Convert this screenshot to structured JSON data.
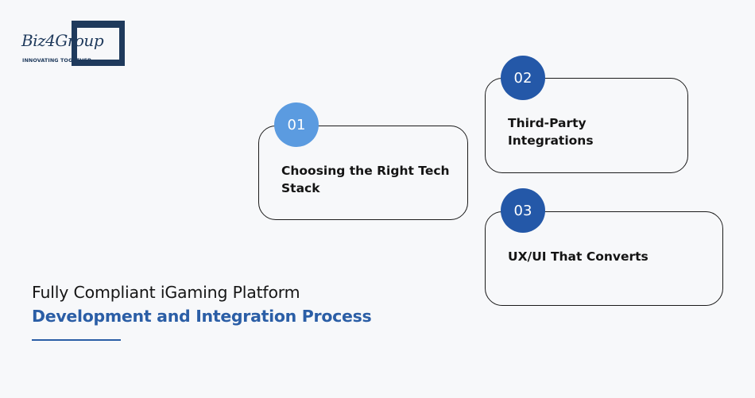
{
  "logo": {
    "wordmark": "Biz4Group",
    "tagline": "INNOVATING TOGETHER"
  },
  "steps": [
    {
      "number": "01",
      "label": "Choosing the Right Tech Stack",
      "badge_color": "#5b9be0"
    },
    {
      "number": "02",
      "label": "Third-Party Integrations",
      "badge_color": "#2458a8"
    },
    {
      "number": "03",
      "label": "UX/UI That Converts",
      "badge_color": "#2458a8"
    }
  ],
  "heading": {
    "line1": "Fully Compliant iGaming Platform",
    "line2": "Development and Integration Process"
  },
  "colors": {
    "accent": "#2b5ea6",
    "logo": "#1f3a5c",
    "background": "#f7f8fa"
  }
}
